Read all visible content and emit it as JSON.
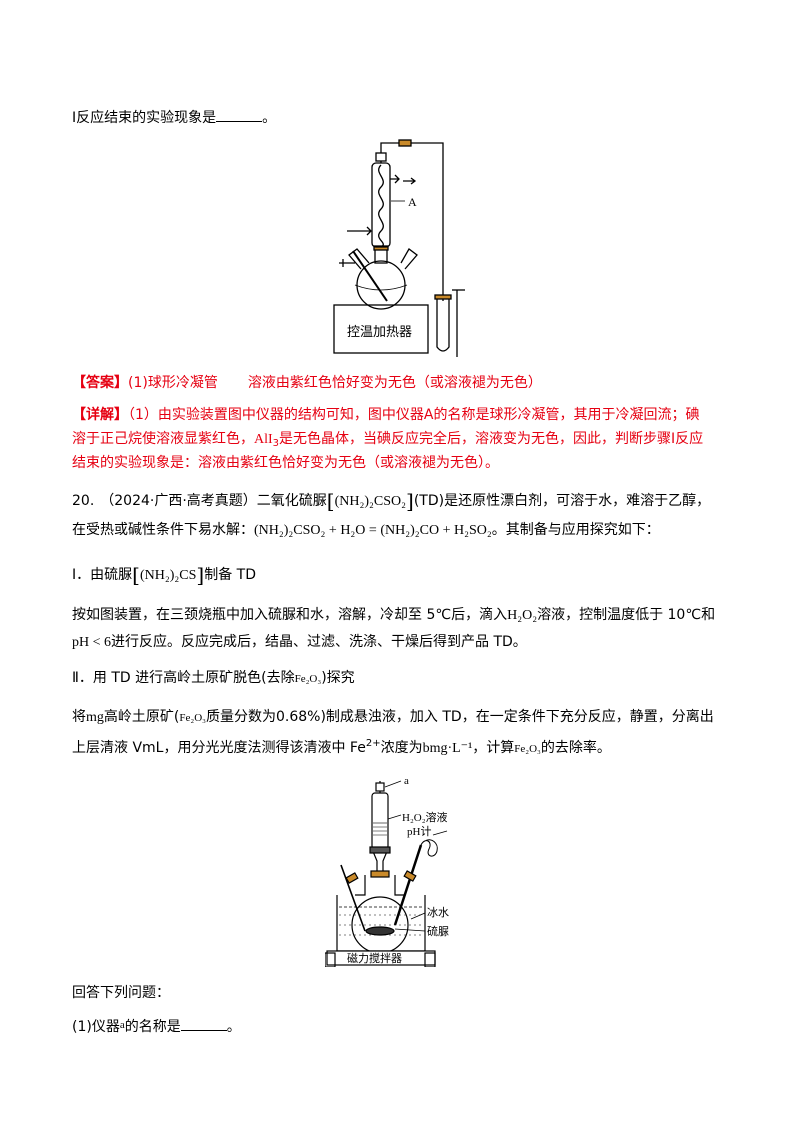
{
  "p1": {
    "text": "Ⅰ反应结束的实验现象是",
    "end": "。"
  },
  "fig1": {
    "label_a": "A",
    "heater": "控温加热器"
  },
  "answer": {
    "tag": "【答案】",
    "part1": "(1)球形冷凝管",
    "part2": "溶液由紫红色恰好变为无色（或溶液褪为无色）"
  },
  "detail": {
    "tag": "【详解】",
    "l1": "（1）由实验装置图中仪器的结构可知，图中仪器A的名称是球形冷凝管，其用于冷凝回流；碘",
    "l2a": "溶于正己烷使溶液显紫红色，",
    "l2_chem": "AlI",
    "l2_sub": "3",
    "l2b": "是无色晶体，当碘反应完全后，溶液变为无色，因此，判断步骤Ⅰ反应",
    "l3": "结束的实验现象是：溶液由紫红色恰好变为无色（或溶液褪为无色）。"
  },
  "q20": {
    "num": "20.",
    "source": "（2024·广西·高考真题）二氧化硫脲",
    "td_formula": "(NH₂)₂CSO₂",
    "l1b": "(TD)是还原性漂白剂，可溶于水，难溶于乙醇，",
    "l2a": "在受热或碱性条件下易水解：",
    "eq": "(NH₂)₂CSO₂ + H₂O = (NH₂)₂CO + H₂SO₂",
    "l2b": "。其制备与应用探究如下："
  },
  "s1": {
    "head": "Ⅰ．由硫脲",
    "formula": "(NH₂)₂CS",
    "tail": "制备 TD"
  },
  "p3": {
    "l1a": "按如图装置，在三颈烧瓶中加入硫脲和水，溶解，冷却至 5℃后，滴入",
    "l1_chem": "H₂O₂",
    "l1b": "溶液，控制温度低于 10℃和",
    "l2_chem": "pH < 6",
    "l2b": "进行反应。反应完成后，结晶、过滤、洗涤、干燥后得到产品 TD。"
  },
  "s2": {
    "head": "Ⅱ．用 TD 进行高岭土原矿脱色(去除",
    "chem": "Fe₂O₃",
    "tail": ")探究"
  },
  "p4": {
    "l1a": "将",
    "l1_m": "mg",
    "l1b": "高岭土原矿(",
    "l1_chem": "Fe₂O₃",
    "l1c": "质量分数为0.68%)制成悬浊液，加入 TD，在一定条件下充分反应，静置，分离出",
    "l2a": "上层清液 VmL，用分光光度法测得该清液中 Fe",
    "l2_sup": "2+",
    "l2b": "浓度为",
    "l2_unit": "bmg·L⁻¹",
    "l2c": "，计算",
    "l2_chem": "Fe₂O₃",
    "l2d": "的去除率。"
  },
  "fig2": {
    "label_a": "a",
    "h2o2": "H₂O₂溶液",
    "ph": "pH计",
    "ice": "冰水",
    "urea": "硫脲",
    "stirrer": "磁力搅拌器"
  },
  "q_intro": "回答下列问题：",
  "q1": {
    "a": "(1)仪器",
    "var": "a",
    "b": "的名称是",
    "end": "。"
  }
}
